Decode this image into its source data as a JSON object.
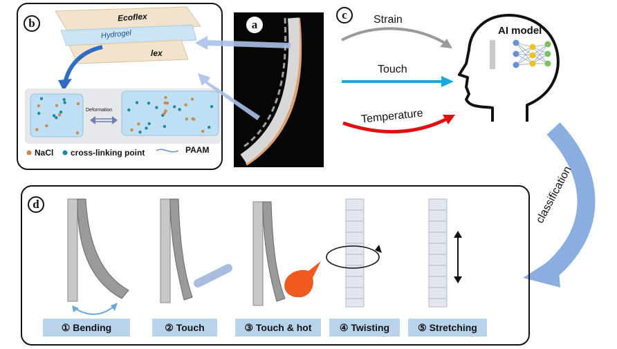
{
  "panels": {
    "a": "a",
    "b": "b",
    "c": "c",
    "d": "d"
  },
  "panel_b": {
    "layer_top": "Ecoflex",
    "layer_middle": "Hydrogel",
    "layer_bottom": "lex",
    "deformation": "Deformation",
    "legend_nacl": "NaCl",
    "legend_crosslink": "cross-linking point",
    "legend_paam": "PAAM"
  },
  "panel_c": {
    "strain": "Strain",
    "touch": "Touch",
    "temperature": "Temperature",
    "ai_model": "AI model",
    "classification": "classification"
  },
  "panel_d": {
    "states": [
      "① Bending",
      "② Touch",
      "③ Touch & hot",
      "④ Twisting",
      "⑤ Stretching"
    ]
  },
  "colors": {
    "strain_arrow": "#9a9a9a",
    "touch_arrow": "#1aa7e0",
    "temperature_arrow": "#e01010",
    "classification_arrow": "#8aaee0",
    "tag_fill": "#b9d3ea",
    "hydrogel_fill": "#bfe0f4",
    "nacl_dot": "#c98a4a",
    "crosslink_dot": "#1a8aa0",
    "heat_source": "#f05a20"
  }
}
